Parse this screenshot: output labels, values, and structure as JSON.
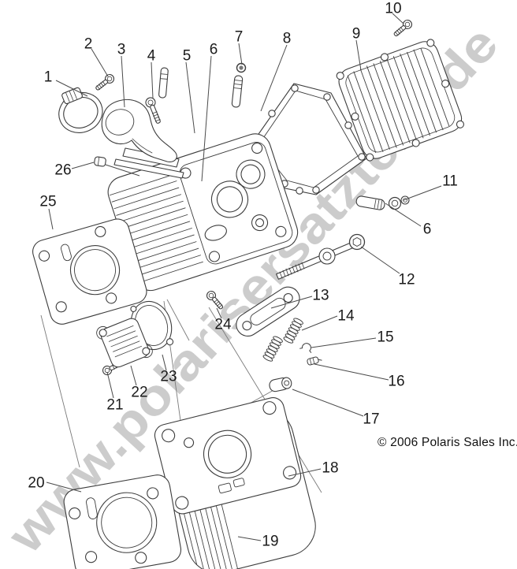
{
  "watermark": {
    "text": "www.polarisersatzteile.de",
    "color": "#cccccc"
  },
  "copyright": "© 2006 Polaris Sales Inc.",
  "callouts": [
    {
      "label": "1"
    },
    {
      "label": "2"
    },
    {
      "label": "3"
    },
    {
      "label": "4"
    },
    {
      "label": "5"
    },
    {
      "label": "6"
    },
    {
      "label": "7"
    },
    {
      "label": "8"
    },
    {
      "label": "9"
    },
    {
      "label": "10"
    },
    {
      "label": "11"
    },
    {
      "label": "6"
    },
    {
      "label": "12"
    },
    {
      "label": "13"
    },
    {
      "label": "14"
    },
    {
      "label": "15"
    },
    {
      "label": "16"
    },
    {
      "label": "17"
    },
    {
      "label": "18"
    },
    {
      "label": "19"
    },
    {
      "label": "20"
    },
    {
      "label": "21"
    },
    {
      "label": "22"
    },
    {
      "label": "23"
    },
    {
      "label": "24"
    },
    {
      "label": "25"
    },
    {
      "label": "26"
    }
  ]
}
